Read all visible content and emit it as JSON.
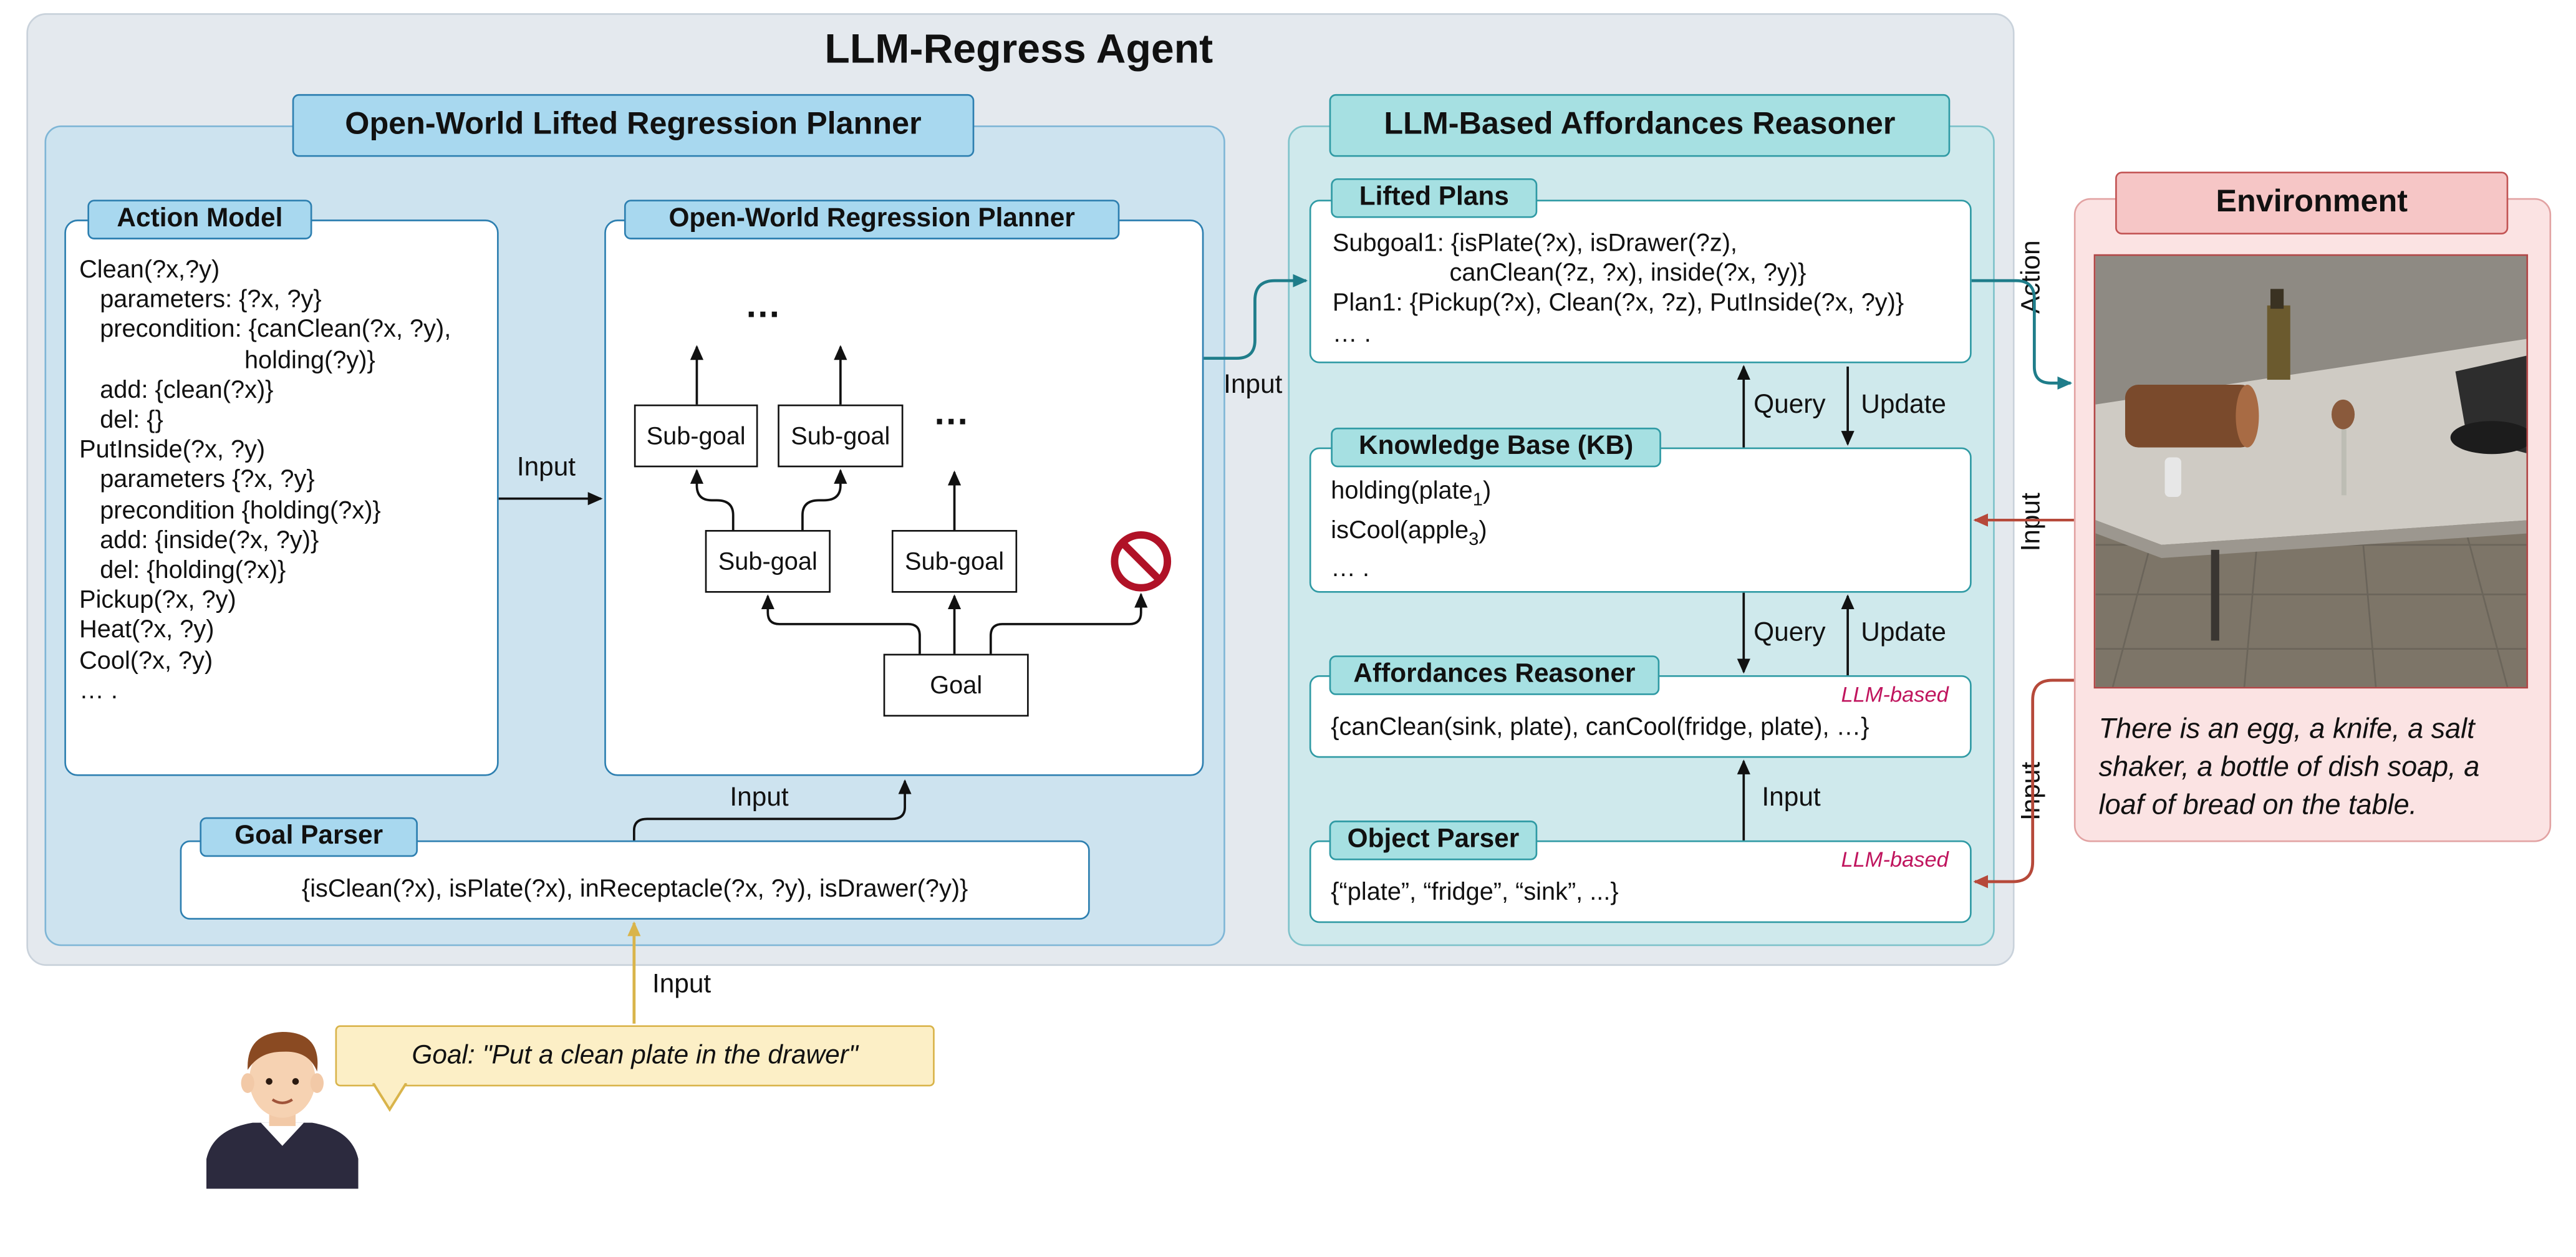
{
  "title": "LLM-Regress Agent",
  "planner_panel": {
    "title": "Open-World Lifted Regression Planner",
    "action_model": {
      "title": "Action Model",
      "lines": [
        "Clean(?x,?y)",
        "   parameters: {?x, ?y}",
        "   precondition: {canClean(?x, ?y),",
        "                        holding(?y)}",
        "   add: {clean(?x)}",
        "   del: {}",
        "",
        "PutInside(?x, ?y)",
        "   parameters {?x, ?y}",
        "   precondition {holding(?x)}",
        "   add: {inside(?x, ?y)}",
        "   del: {holding(?x)}",
        "",
        "Pickup(?x, ?y)",
        "Heat(?x, ?y)",
        "Cool(?x, ?y)",
        "… ."
      ]
    },
    "regression_planner": {
      "title": "Open-World Regression Planner",
      "subgoal_label": "Sub-goal",
      "goal_label": "Goal",
      "ellipsis": "…"
    },
    "goal_parser": {
      "title": "Goal Parser",
      "text": "{isClean(?x), isPlate(?x), inReceptacle(?x, ?y), isDrawer(?y)}"
    }
  },
  "reasoner_panel": {
    "title": "LLM-Based Affordances Reasoner",
    "lifted_plans": {
      "title": "Lifted Plans",
      "lines": [
        "Subgoal1: {isPlate(?x), isDrawer(?z),",
        "                 canClean(?z, ?x), inside(?x, ?y)}",
        "Plan1: {Pickup(?x), Clean(?x, ?z), PutInside(?x, ?y)}",
        "… ."
      ]
    },
    "knowledge_base": {
      "title": "Knowledge Base (KB)",
      "line1_prefix": "holding(plate",
      "line1_sub": "1",
      "line2_prefix": "isCool(apple",
      "line2_sub": "3",
      "ellipsis": "… ."
    },
    "affordances_reasoner": {
      "title": "Affordances Reasoner",
      "tag": "LLM-based",
      "text": "{canClean(sink, plate), canCool(fridge, plate), …}"
    },
    "object_parser": {
      "title": "Object Parser",
      "tag": "LLM-based",
      "text": "{“plate”, “fridge”, “sink”, ...}"
    }
  },
  "environment": {
    "title": "Environment",
    "description": "There is an egg, a knife, a salt shaker, a bottle of dish soap, a loaf of bread on the table."
  },
  "user_goal": "Goal: \"Put a clean plate in the drawer\"",
  "edge_labels": {
    "input": "Input",
    "query": "Query",
    "update": "Update",
    "action": "Action"
  },
  "colors": {
    "blue_border": "#2d7fb0",
    "teal_arrow": "#1f7d8a",
    "red_arrow": "#b6493a",
    "yellow_arrow": "#d9b44a",
    "llm_tag": "#c0155e"
  }
}
